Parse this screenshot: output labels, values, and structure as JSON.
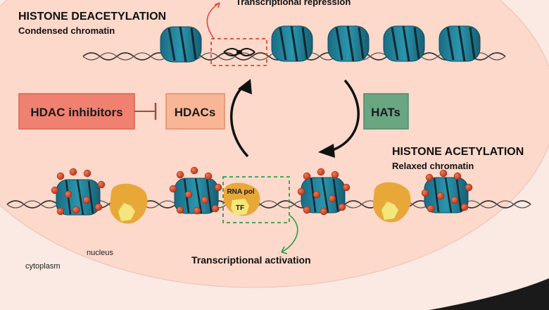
{
  "deacetylation": {
    "title": "HISTONE DEACETYLATION",
    "subtitle": "Condensed chromatin",
    "outcome": "Transcriptional repression"
  },
  "acetylation": {
    "title": "HISTONE ACETYLATION",
    "subtitle": "Relaxed chromatin",
    "outcome": "Transcriptional activation"
  },
  "boxes": {
    "hdac_inhibitors": "HDAC inhibitors",
    "hdacs": "HDACs",
    "hats": "HATs"
  },
  "labels": {
    "nucleus": "nucleus",
    "cytoplasm": "cytoplasm",
    "rna_pol": "RNA pol",
    "tf": "TF"
  },
  "colors": {
    "nucleus_fill": "#fcd9cb",
    "cytoplasm_fill": "#fbe9e3",
    "histone": "#1d7d96",
    "acetyl": "#d0452b",
    "inhibitor_box": "#f08070",
    "hdac_box": "#f8b697",
    "hat_box": "#6aa682",
    "repression_marker": "#e0473a",
    "activation_marker": "#2c9f4c",
    "rna_pol": "#e8a838",
    "tf": "#f4e67c"
  }
}
